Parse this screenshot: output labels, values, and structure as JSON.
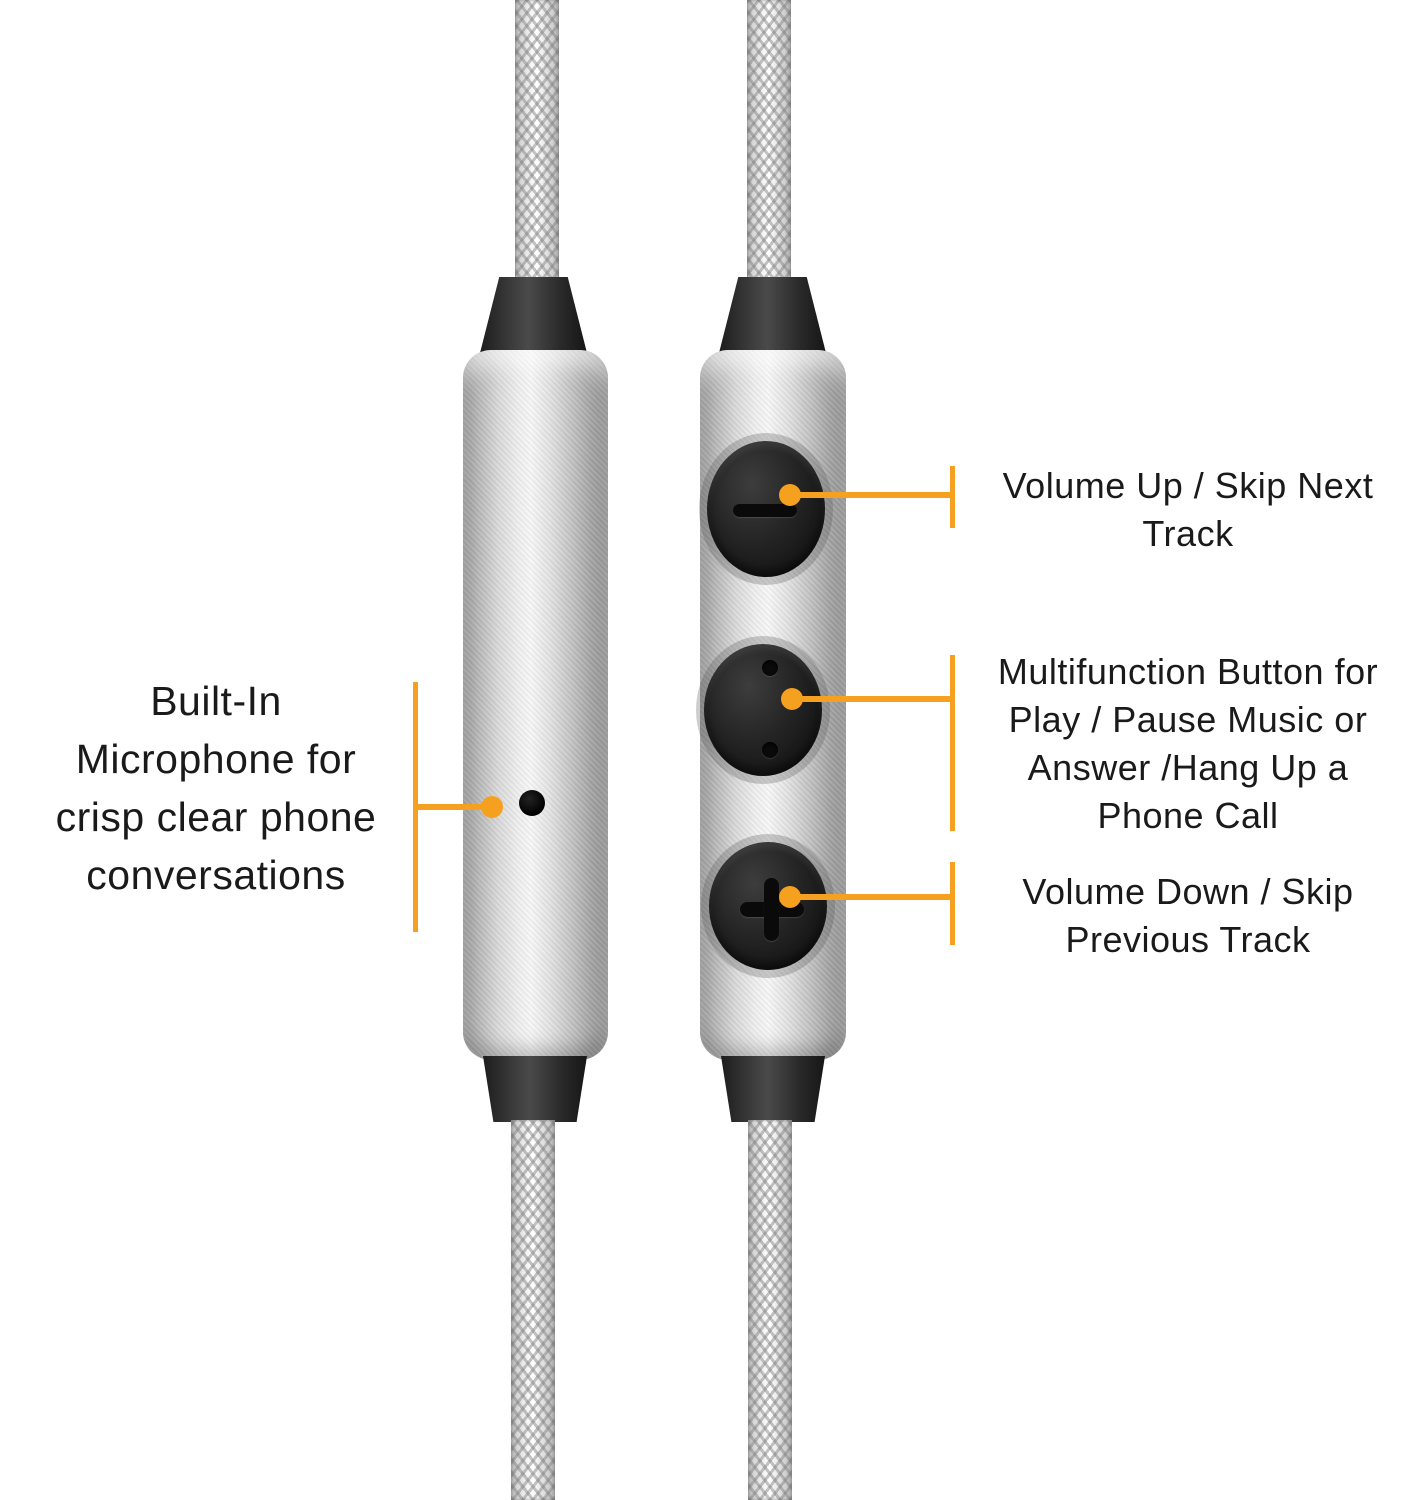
{
  "figure": {
    "background_color": "#ffffff",
    "accent_color": "#F5A01E",
    "text_color": "#1a1a1a",
    "subject": "in-line earphone remote front and back views with feature callouts"
  },
  "annotations": {
    "mic": {
      "lines": [
        "Built-In",
        "Microphone for",
        "crisp clear phone",
        "conversations"
      ]
    },
    "volume_up": {
      "lines": [
        "Volume Up / Skip Next",
        "Track"
      ]
    },
    "multifunction": {
      "lines": [
        "Multifunction Button for",
        "Play / Pause Music or",
        "Answer /Hang Up a",
        "Phone Call"
      ]
    },
    "volume_down": {
      "lines": [
        "Volume Down / Skip",
        "Previous Track"
      ]
    }
  },
  "device": {
    "left_remote": {
      "view": "front",
      "feature": "microphone-hole"
    },
    "right_remote": {
      "view": "back",
      "buttons": [
        {
          "name": "volume-up-button",
          "glyph": "minus-slot"
        },
        {
          "name": "multifunction-button",
          "glyph": "two-dots"
        },
        {
          "name": "volume-down-button",
          "glyph": "plus"
        }
      ]
    }
  }
}
